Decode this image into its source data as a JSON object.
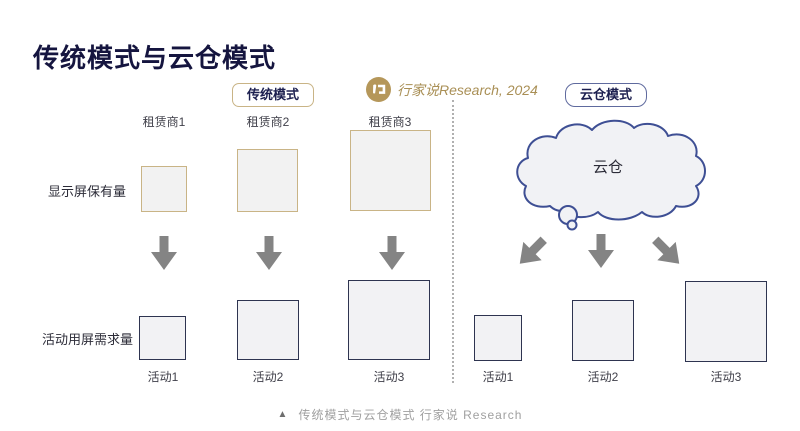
{
  "page": {
    "title": "传统模式与云仓模式",
    "footer": {
      "marker": "▲",
      "text": "传统模式与云仓模式 行家说 Research"
    }
  },
  "watermark": {
    "text": "行家说Research, 2024"
  },
  "badges": {
    "traditional": "传统模式",
    "cloud": "云仓模式"
  },
  "left": {
    "row1_label": "显示屏保有量",
    "row2_label": "活动用屏需求量",
    "vendors": [
      {
        "label": "租赁商1"
      },
      {
        "label": "租赁商2"
      },
      {
        "label": "租赁商3"
      }
    ],
    "activities": [
      {
        "label": "活动1"
      },
      {
        "label": "活动2"
      },
      {
        "label": "活动3"
      }
    ]
  },
  "right": {
    "cloud_label": "云仓",
    "activities": [
      {
        "label": "活动1"
      },
      {
        "label": "活动2"
      },
      {
        "label": "活动3"
      }
    ]
  },
  "colors": {
    "title_navy": "#15153f",
    "gold_border": "#c9b486",
    "navy_border": "#2e3450",
    "box_fill": "#f2f2f3",
    "arrow_gray": "#848484",
    "cloud_stroke": "#3e4f94",
    "watermark_gold": "#a98f55",
    "footer_gray": "#a0a0a0"
  }
}
